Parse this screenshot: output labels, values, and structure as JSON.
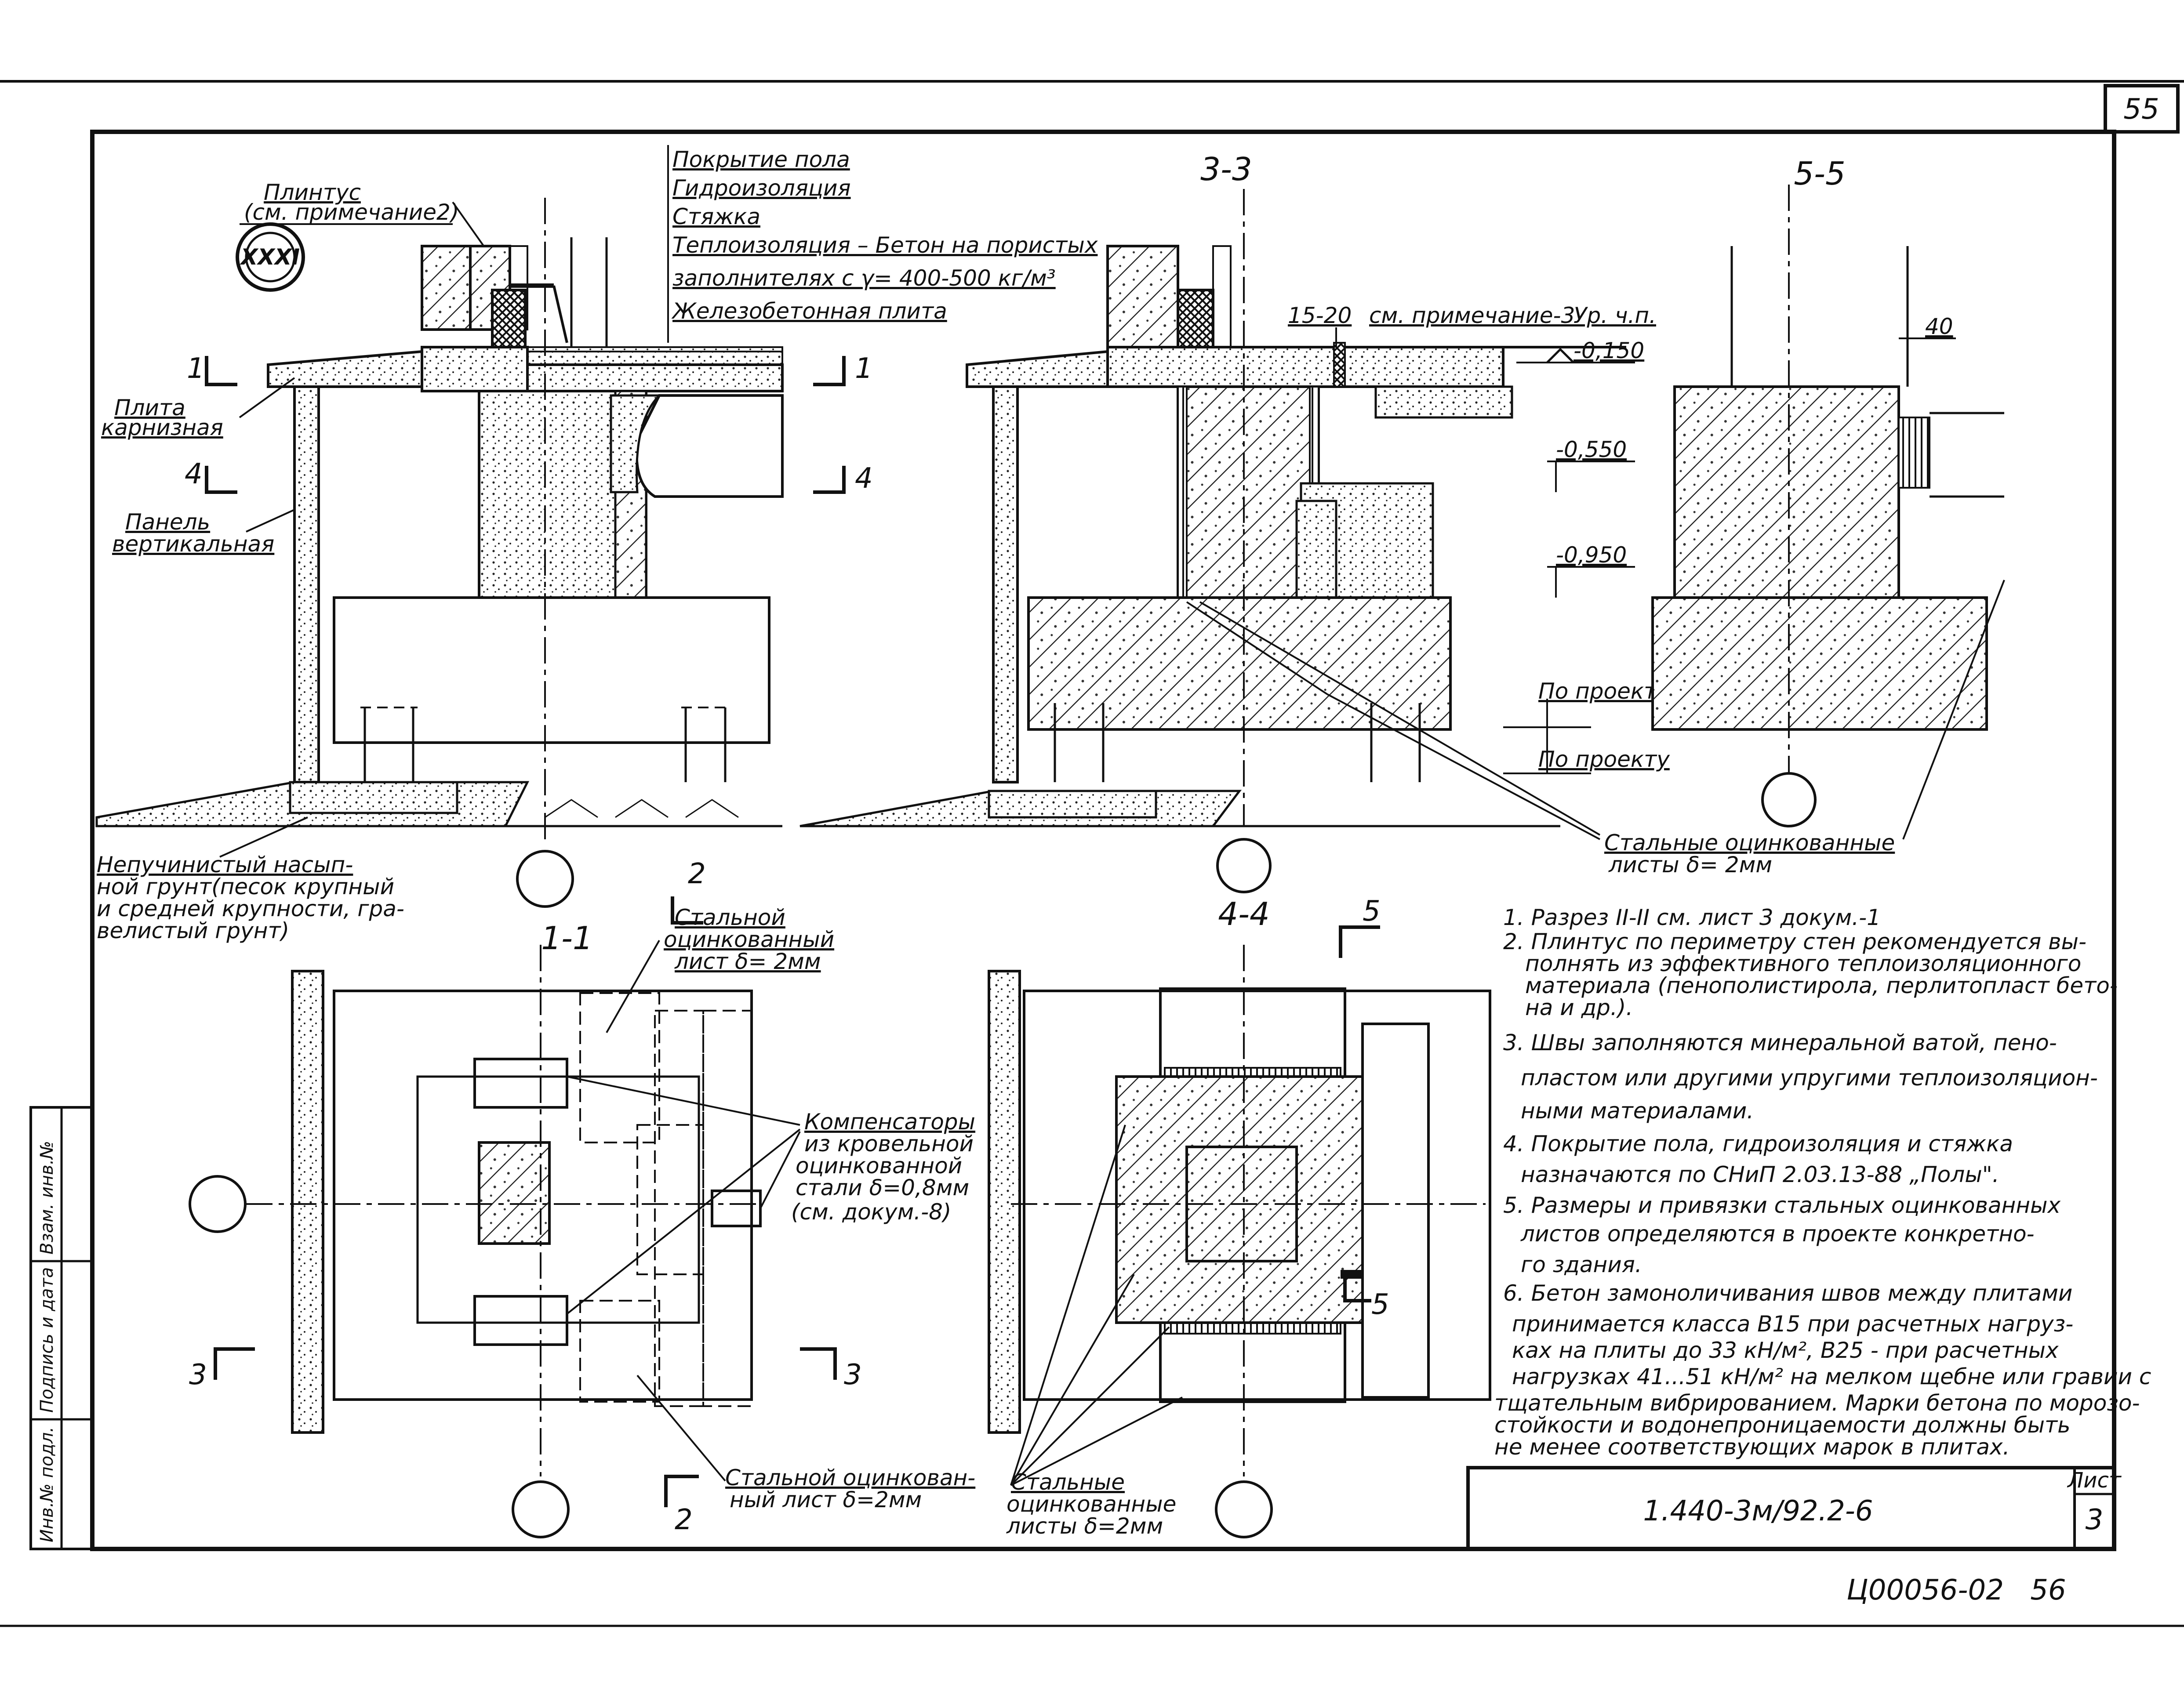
{
  "sheet_corner_number": "55",
  "node_mark": "XXXI",
  "labels": {
    "plinth": "Плинтус",
    "plinth_ref": "(см. примечание2)",
    "floor_covering": "Покрытие пола",
    "waterproofing": "Гидроизоляция",
    "screed": "Стяжка",
    "insulation_1": "Теплоизоляция – Бетон на пористых",
    "insulation_2": "заполнителях с γ= 400-500 кг/м³",
    "rc_slab": "Железобетонная плита",
    "cornice_slab_1": "Плита",
    "cornice_slab_2": "карнизная",
    "panel_1": "Панель",
    "panel_2": "вертикальная",
    "soil_1": "Непучинистый насып-",
    "soil_2": "ной грунт(песок крупный",
    "soil_3": "и средней крупности, гра-",
    "soil_4": "велистый грунт)",
    "seam_width": "15-20",
    "note3_ref": "см. примечание-3",
    "floor_level": "Ур. ч.п.",
    "galv_sheets_1": "Стальные оцинкованные",
    "galv_sheets_2": "листы δ= 2мм",
    "galv_sheet_a1": "Стальной",
    "galv_sheet_a2": "оцинкованный",
    "galv_sheet_a3": "лист δ= 2мм",
    "compensators_1": "Компенсаторы",
    "compensators_2": "из кровельной",
    "compensators_3": "оцинкованной",
    "compensators_4": "стали δ=0,8мм",
    "compensators_5": "(см. докум.-8)",
    "galv_sheet_b1": "Стальной оцинкован-",
    "galv_sheet_b2": "ный лист δ=2мм",
    "galv_sheets_c1": "Стальные",
    "galv_sheets_c2": "оцинкованные",
    "galv_sheets_c3": "листы δ=2мм",
    "dim_40": "40"
  },
  "levels": [
    "-0,150",
    "-0,550",
    "-0,950",
    "По проекту",
    "По проекту"
  ],
  "sections": {
    "s33": "3-3",
    "s55": "5-5",
    "s11": "1-1",
    "s44": "4-4"
  },
  "cut_marks": [
    "1",
    "1",
    "4",
    "4",
    "2",
    "2",
    "3",
    "3",
    "5",
    "5"
  ],
  "notes": [
    "1. Разрез II-II см. лист 3 докум.-1",
    "2. Плинтус по периметру стен рекомендуется вы-",
    "полнять из эффективного теплоизоляционного",
    "материала (пенополистирола, перлитопласт бето-",
    "на и др.).",
    "3. Швы заполняются минеральной ватой, пено-",
    "пластом или другими упругими теплоизоляцион-",
    "ными материалами.",
    "4. Покрытие пола, гидроизоляция и стяжка",
    "назначаются по СНиП 2.03.13-88 „Полы\".",
    "5. Размеры и привязки стальных оцинкованных",
    "листов определяются в проекте конкретно-",
    "го здания.",
    "6. Бетон замоноличивания швов между плитами",
    "принимается класса В15 при расчетных нагруз-",
    "ках на плиты до 33 кН/м², В25 - при расчетных",
    "нагрузках 41...51 кН/м² на мелком щебне или гравии с",
    "тщательным вибрированием. Марки бетона по морозо-",
    "стойкости и водонепроницаемости должны быть",
    "не менее соответствующих марок в плитах."
  ],
  "title_block": {
    "doc_code": "1.440-3м/92.2-6",
    "sheet_label": "Лист",
    "sheet_number": "3"
  },
  "side_stamp": [
    "Инв.№ подл.",
    "Подпись и дата",
    "Взам. инв.№"
  ],
  "footer": {
    "archive_code": "Ц00056-02",
    "page": "56"
  }
}
